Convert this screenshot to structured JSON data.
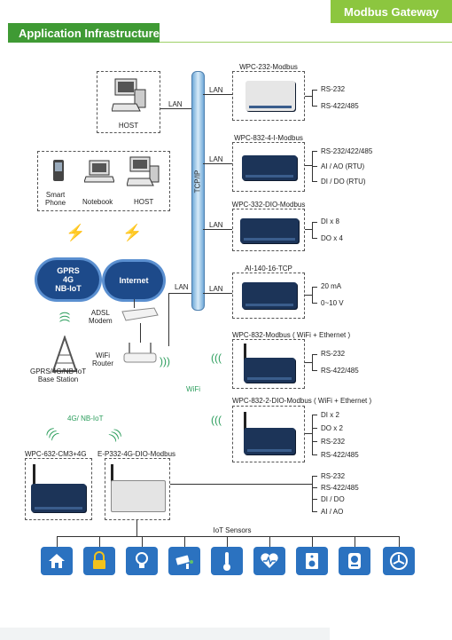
{
  "header": {
    "brand": "Modbus Gateway",
    "section_title": "Application Infrastructure"
  },
  "backbone": {
    "label": "TCP/IP"
  },
  "host": {
    "label": "HOST",
    "lan": "LAN"
  },
  "clients": {
    "smartphone": "Smart\nPhone",
    "notebook": "Notebook",
    "host": "HOST"
  },
  "clouds": {
    "gprs": "GPRS\n4G\nNB-IoT",
    "internet": "Internet"
  },
  "adsl": {
    "label": "ADSL\nModem"
  },
  "router": {
    "label": "WiFi\nRouter",
    "lan": "LAN"
  },
  "base_station": {
    "label": "GPRS/4G/NB-IoT\nBase Station"
  },
  "wifi_label": "WiFi",
  "cellular_label": "4G/ NB-IoT",
  "devices": [
    {
      "name": "WPC-232-Modbus",
      "link": "LAN",
      "ports": [
        "RS-232",
        "RS-422/485"
      ]
    },
    {
      "name": "WPC-832-4-I-Modbus",
      "link": "LAN",
      "ports": [
        "RS-232/422/485",
        "AI / AO (RTU)",
        "DI / DO (RTU)"
      ]
    },
    {
      "name": "WPC-332-DIO-Modbus",
      "link": "LAN",
      "ports": [
        "DI x 8",
        "DO x 4"
      ]
    },
    {
      "name": "AI-140-16-TCP",
      "link": "LAN",
      "ports": [
        "20 mA",
        "0~10 V"
      ]
    },
    {
      "name": "WPC-832-Modbus ( WiFi + Ethernet )",
      "ports": [
        "RS-232",
        "RS-422/485"
      ]
    },
    {
      "name": "WPC-832-2-DIO-Modbus ( WiFi + Ethernet )",
      "ports": [
        "DI x 2",
        "DO x 2",
        "RS-232",
        "RS-422/485"
      ]
    }
  ],
  "cellular_devices": [
    {
      "name": "WPC-632-CM3+4G"
    },
    {
      "name": "E-P332-4G-DIO-Modbus"
    }
  ],
  "ep332_ports": [
    "RS-232",
    "RS-422/485",
    "DI / DO",
    "AI / AO"
  ],
  "iot": {
    "label": "IoT Sensors",
    "sensors": [
      "home-icon",
      "lock-icon",
      "lightbulb-icon",
      "camera-icon",
      "thermometer-icon",
      "heart-icon",
      "speaker-icon",
      "meter-icon",
      "fan-icon"
    ]
  },
  "colors": {
    "brand_green": "#8cc63f",
    "section_green": "#3f9a34",
    "icon_blue": "#2b72c0",
    "device_navy": "#1c3458",
    "wifi_green": "#2a9d5b"
  }
}
